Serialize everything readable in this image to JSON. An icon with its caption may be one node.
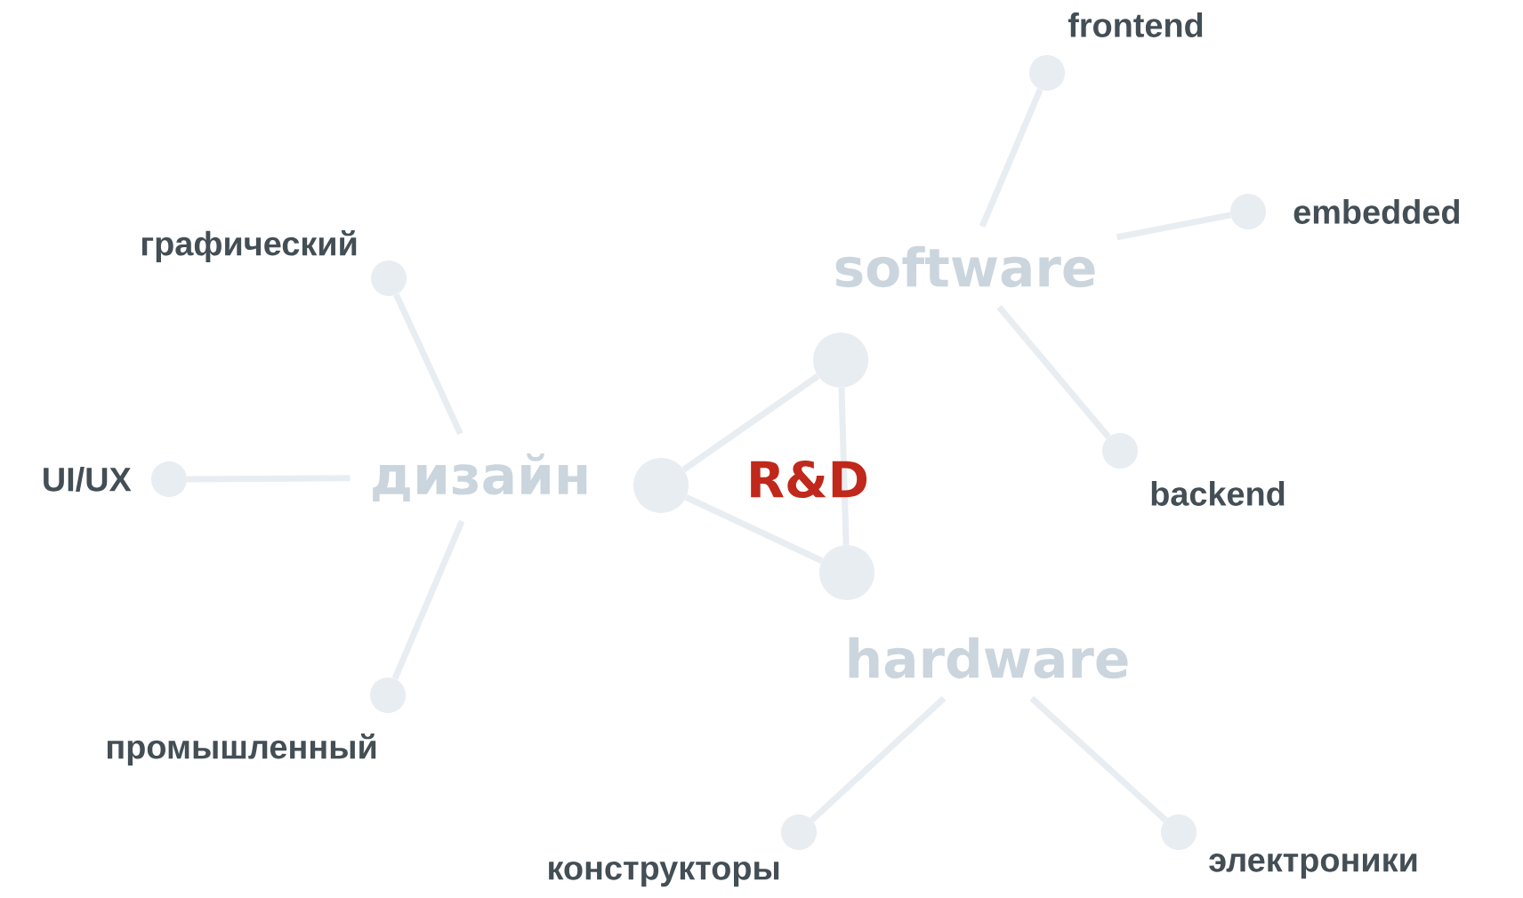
{
  "diagram": {
    "nodes": [
      {
        "text": [
          "дизайн"
        ]
      },
      {
        "text": [
          "software"
        ]
      },
      {
        "text": [
          "hardware"
        ]
      },
      {
        "text": [],
        "shape": "circle"
      },
      {
        "text": [],
        "shape": "circle"
      },
      {
        "text": [],
        "shape": "circle"
      },
      {
        "text": [],
        "shape": "circle",
        "beside": [
          "графический"
        ]
      },
      {
        "text": [],
        "shape": "circle",
        "beside": [
          "UI/UX"
        ]
      },
      {
        "text": [],
        "shape": "circle",
        "beside": [
          "промышленный"
        ]
      },
      {
        "text": [],
        "shape": "circle",
        "beside": [
          "frontend"
        ]
      },
      {
        "text": [],
        "shape": "circle",
        "beside": [
          "embedded"
        ]
      },
      {
        "text": [],
        "shape": "circle",
        "beside": [
          "backend"
        ]
      },
      {
        "text": [],
        "shape": "circle",
        "beside": [
          "конструкторы"
        ]
      },
      {
        "text": [],
        "shape": "circle",
        "beside": [
          "электроники"
        ]
      }
    ],
    "edges": [
      {
        "from": 3,
        "to": 4,
        "arrow": "none"
      },
      {
        "from": 4,
        "to": 5,
        "arrow": "none"
      },
      {
        "from": 3,
        "to": 5,
        "arrow": "none"
      },
      {
        "from": 6,
        "to": 0,
        "arrow": "none"
      },
      {
        "from": 7,
        "to": 0,
        "arrow": "none"
      },
      {
        "from": 8,
        "to": 0,
        "arrow": "none"
      },
      {
        "from": 9,
        "to": 1,
        "arrow": "none"
      },
      {
        "from": 10,
        "to": 1,
        "arrow": "none"
      },
      {
        "from": 11,
        "to": 1,
        "arrow": "none"
      },
      {
        "from": 12,
        "to": 2,
        "arrow": "none"
      },
      {
        "from": 13,
        "to": 2,
        "arrow": "none"
      }
    ],
    "labels": [
      "R&D"
    ]
  }
}
